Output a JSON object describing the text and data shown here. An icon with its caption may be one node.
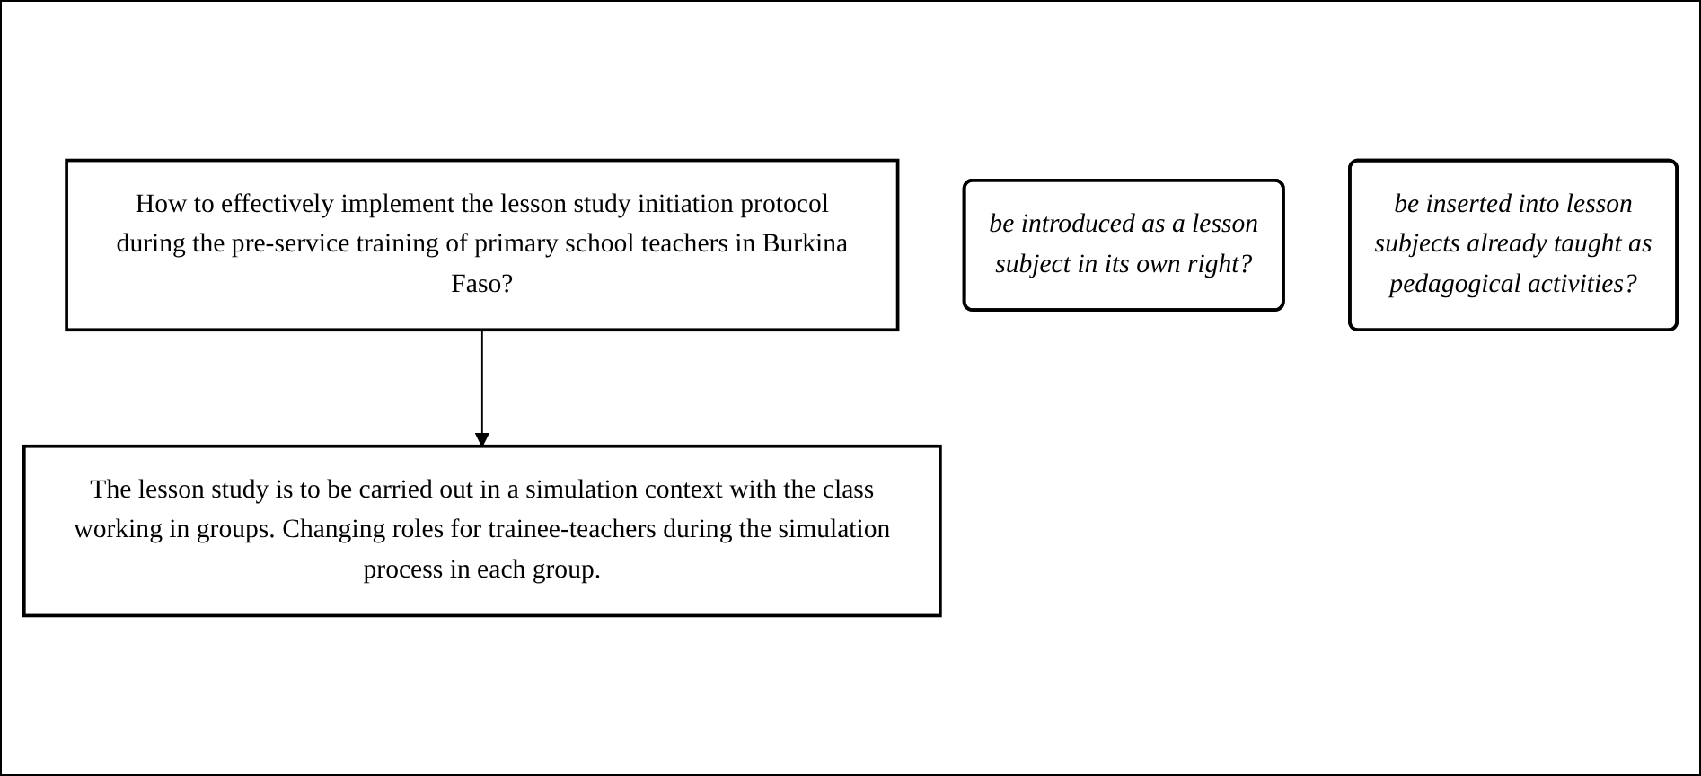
{
  "diagram": {
    "nodes": [
      {
        "text": [
          "How to effectively implement the lesson study initiation protocol during the pre-service training of primary school teachers in Burkina Faso?"
        ]
      },
      {
        "text": [
          "be introduced as a lesson subject in its own right?"
        ]
      },
      {
        "text": [
          "be inserted into lesson subjects already taught as pedagogical activities?"
        ]
      },
      {
        "text": [
          "The lesson study is to be carried out in a simulation context with the class working in groups. Changing roles for trainee-teachers during the simulation process in each group."
        ]
      }
    ],
    "edges": [
      {
        "from": 0,
        "to": 3,
        "arrow": "to"
      }
    ]
  }
}
